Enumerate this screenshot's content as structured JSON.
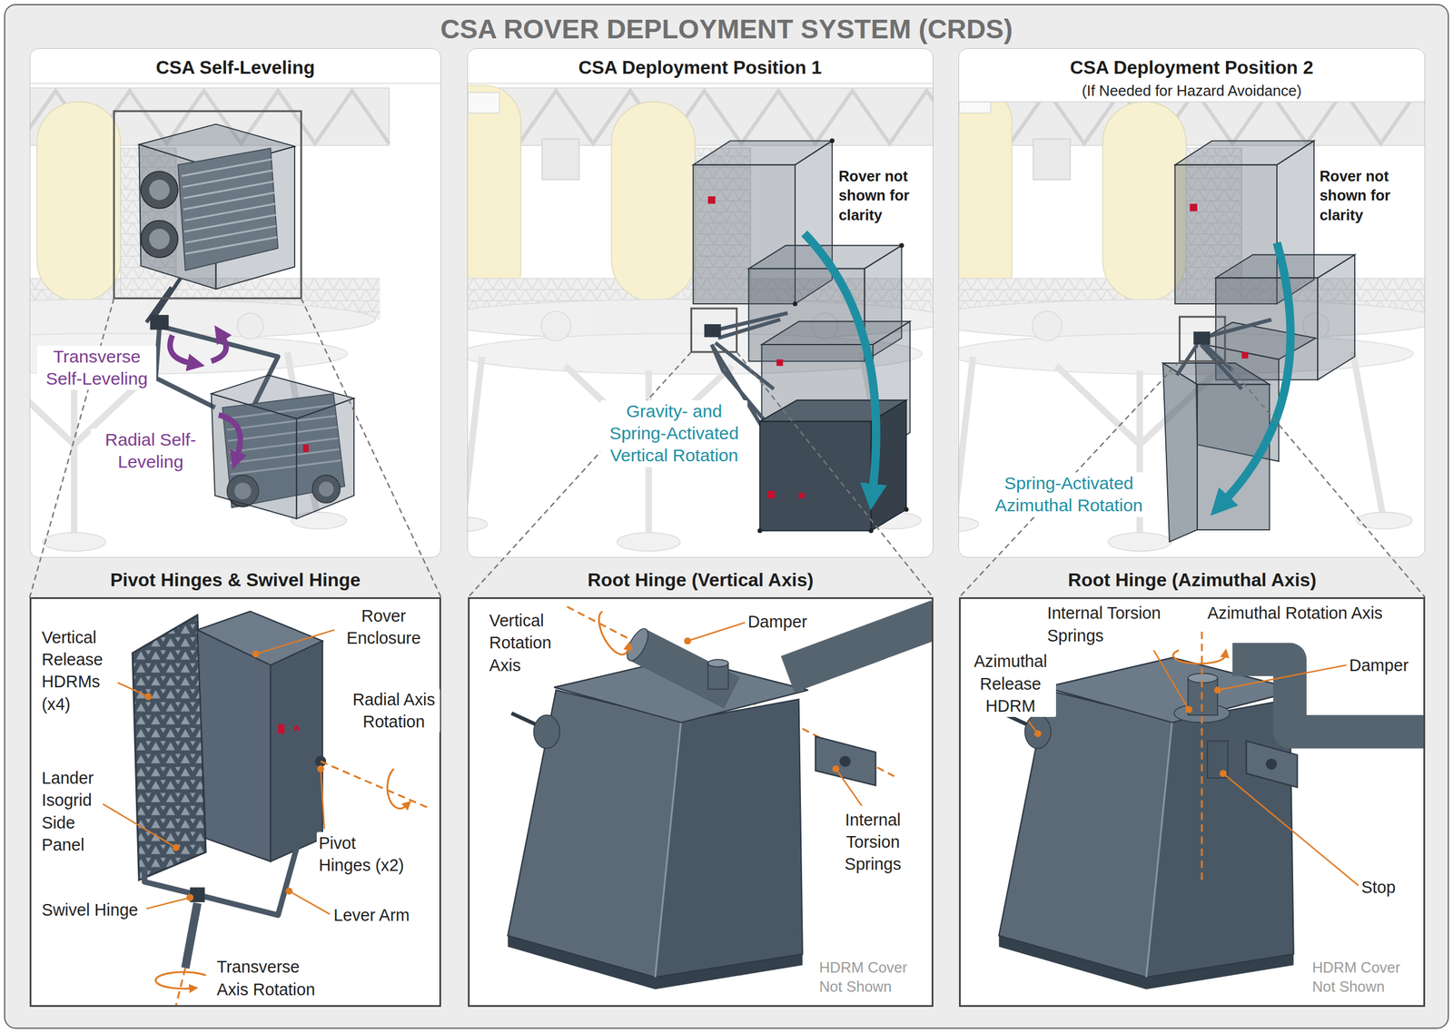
{
  "diagram": {
    "title": "CSA ROVER DEPLOYMENT SYSTEM (CRDS)",
    "nodes": [
      {
        "text": [
          "CSA Self-Leveling"
        ]
      },
      {
        "text": [
          "CSA Deployment Position 1"
        ]
      },
      {
        "text": [
          "CSA Deployment Position 2",
          "(If Needed for Hazard Avoidance)"
        ]
      },
      {
        "text": [
          "Pivot Hinges & Swivel Hinge"
        ]
      },
      {
        "text": [
          "Root Hinge (Vertical Axis)"
        ]
      },
      {
        "text": [
          "Root Hinge (Azimuthal Axis)"
        ]
      }
    ],
    "labels": [
      "Transverse Self-Leveling",
      "Radial Self-Leveling",
      "Rover not shown for clarity",
      "Gravity- and Spring-Activated Vertical Rotation",
      "Rover not shown for clarity",
      "Spring-Activated Azimuthal Rotation",
      "Vertical Release HDRMs (x4)",
      "Rover Enclosure",
      "Radial Axis Rotation",
      "Lander Isogrid Side Panel",
      "Pivot Hinges (x2)",
      "Swivel Hinge",
      "Lever Arm",
      "Transverse Axis Rotation",
      "Vertical Rotation Axis",
      "Damper",
      "Internal Torsion Springs",
      "HDRM Cover Not Shown",
      "Internal Torsion Springs",
      "Azimuthal Rotation Axis",
      "Azimuthal Release HDRM",
      "Damper",
      "Stop",
      "HDRM Cover Not Shown"
    ]
  }
}
